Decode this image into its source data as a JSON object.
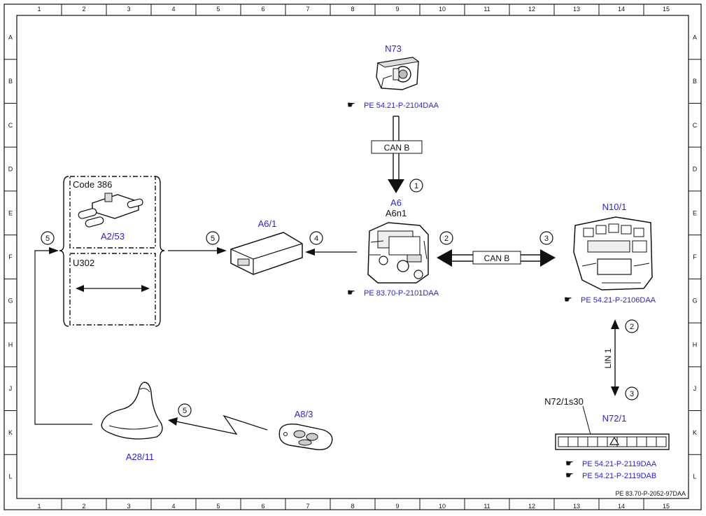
{
  "grid": {
    "columns": [
      "1",
      "2",
      "3",
      "4",
      "5",
      "6",
      "7",
      "8",
      "9",
      "10",
      "11",
      "12",
      "13",
      "14",
      "15"
    ],
    "rows": [
      "A",
      "B",
      "C",
      "D",
      "E",
      "F",
      "G",
      "H",
      "J",
      "K",
      "L"
    ]
  },
  "components": {
    "n73": {
      "id": "N73",
      "ref": "PE 54.21-P-2104DAA"
    },
    "a6": {
      "id": "A6",
      "sub": "A6n1",
      "ref": "PE 83.70-P-2101DAA"
    },
    "n10_1": {
      "id": "N10/1",
      "ref": "PE 54.21-P-2106DAA"
    },
    "a6_1": {
      "id": "A6/1"
    },
    "a2_53": {
      "id": "A2/53"
    },
    "a28_11": {
      "id": "A28/11"
    },
    "a8_3": {
      "id": "A8/3"
    },
    "n72_1": {
      "id": "N72/1",
      "switch": "N72/1s30",
      "refs": [
        "PE 54.21-P-2119DAA",
        "PE 54.21-P-2119DAB"
      ]
    }
  },
  "options": {
    "code": "Code 386",
    "u302": "U302"
  },
  "buses": {
    "can_top": "CAN B",
    "can_mid": "CAN B",
    "lin": "LIN 1"
  },
  "markers": [
    "1",
    "2",
    "3",
    "4",
    "5",
    "5",
    "5",
    "2",
    "3"
  ],
  "document_id": "PE 83.70-P-2052-97DAA",
  "colors": {
    "label_blue": "#2a1fd6",
    "line": "#111111"
  }
}
